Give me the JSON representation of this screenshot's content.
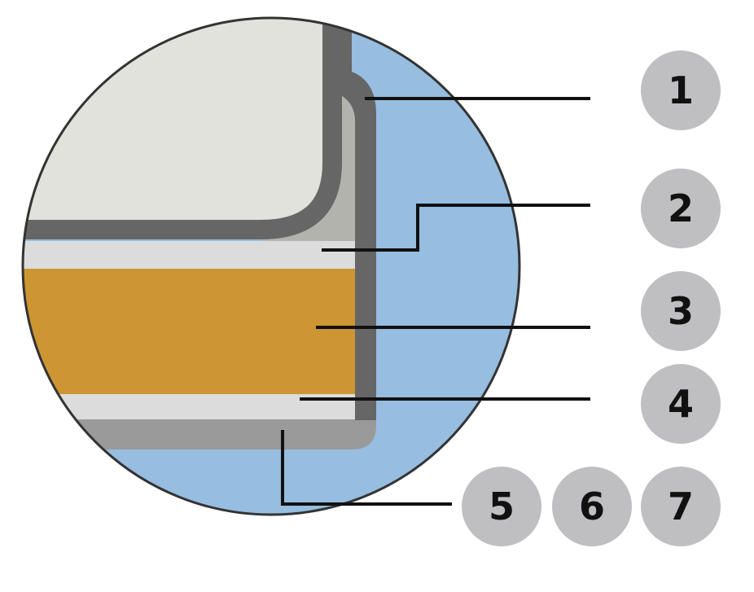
{
  "badges": [
    {
      "label": "1"
    },
    {
      "label": "2"
    },
    {
      "label": "3"
    },
    {
      "label": "4"
    },
    {
      "label": "5"
    },
    {
      "label": "6"
    },
    {
      "label": "7"
    }
  ],
  "colors": {
    "background_blue": "#97bde0",
    "inner_panel": "#e1e2dc",
    "dark_frame": "#666666",
    "mid_gray_fill": "#b3b3ae",
    "light_layer": "#dcdcdc",
    "core_layer": "#cd9632",
    "bottom_frame": "#9a9a9a",
    "badge_fill": "#bfbfc2",
    "leader_line": "#111111"
  }
}
